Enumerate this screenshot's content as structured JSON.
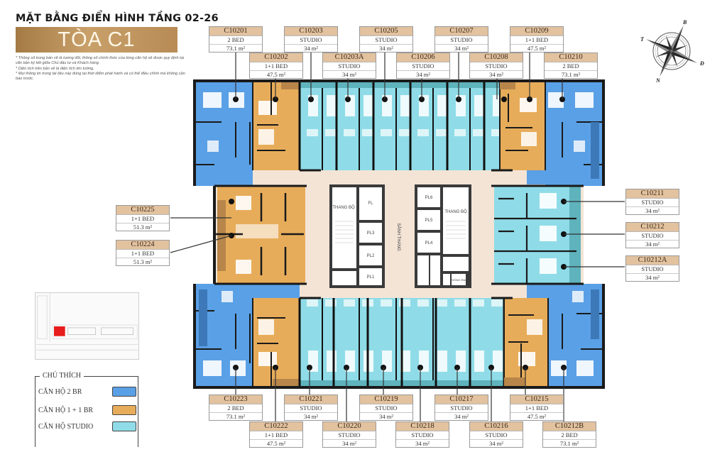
{
  "header": {
    "title": "MẶT BẰNG ĐIỂN HÌNH TẦNG 02-26",
    "building": "TÒA C1",
    "notes": [
      "* Thông số trong bản vẽ là tương đối, thông số chính thức của từng căn hộ sẽ được quy định tại văn bản ký kết giữa Chủ đầu tư và Khách hàng.",
      "* Diện tích trên bản vẽ là diện tích tim tường.",
      "* Mọi thông tin trong tài liệu này đúng tại thời điểm phát hành và có thể điều chỉnh mà không cần báo trước."
    ]
  },
  "compass": {
    "north": "B",
    "south": "N",
    "east": "Đ",
    "west": "T"
  },
  "colors": {
    "two_br": "#5aa0e6",
    "one_plus_one_br": "#e7ac5a",
    "studio": "#8fdce8",
    "corridor": "#f3e4d6",
    "label_header": "#e2c29f",
    "wall": "#1a1a1a"
  },
  "core": {
    "left_stair": "THANG BỘ",
    "right_stair": "THANG BỘ",
    "lobby": "SẢNH THANG",
    "elevators_left": [
      "FL",
      "PL3",
      "PL2",
      "PL1"
    ],
    "elevators_right": [
      "PL6",
      "PL5",
      "PL4"
    ],
    "trash_room": "PHÒNG RÁC"
  },
  "units": [
    {
      "code": "C10201",
      "type": "2 BED",
      "area": "73.1 m²"
    },
    {
      "code": "C10202",
      "type": "1+1 BED",
      "area": "47.5 m²"
    },
    {
      "code": "C10203",
      "type": "STUDIO",
      "area": "34 m²"
    },
    {
      "code": "C10203A",
      "type": "STUDIO",
      "area": "34 m²"
    },
    {
      "code": "C10205",
      "type": "STUDIO",
      "area": "34 m²"
    },
    {
      "code": "C10206",
      "type": "STUDIO",
      "area": "34 m²"
    },
    {
      "code": "C10207",
      "type": "STUDIO",
      "area": "34 m²"
    },
    {
      "code": "C10208",
      "type": "STUDIO",
      "area": "34 m²"
    },
    {
      "code": "C10209",
      "type": "1+1 BED",
      "area": "47.5 m²"
    },
    {
      "code": "C10210",
      "type": "2 BED",
      "area": "73.1 m²"
    },
    {
      "code": "C10211",
      "type": "STUDIO",
      "area": "34 m²"
    },
    {
      "code": "C10212",
      "type": "STUDIO",
      "area": "34 m²"
    },
    {
      "code": "C10212A",
      "type": "STUDIO",
      "area": "34 m²"
    },
    {
      "code": "C10225",
      "type": "1+1 BED",
      "area": "51.3 m²"
    },
    {
      "code": "C10224",
      "type": "1+1 BED",
      "area": "51.3 m²"
    },
    {
      "code": "C10223",
      "type": "2 BED",
      "area": "73.1 m²"
    },
    {
      "code": "C10222",
      "type": "1+1 BED",
      "area": "47.5 m²"
    },
    {
      "code": "C10221",
      "type": "STUDIO",
      "area": "34 m²"
    },
    {
      "code": "C10220",
      "type": "STUDIO",
      "area": "34 m²"
    },
    {
      "code": "C10219",
      "type": "STUDIO",
      "area": "34 m²"
    },
    {
      "code": "C10218",
      "type": "STUDIO",
      "area": "34 m²"
    },
    {
      "code": "C10217",
      "type": "STUDIO",
      "area": "34 m²"
    },
    {
      "code": "C10216",
      "type": "STUDIO",
      "area": "34 m²"
    },
    {
      "code": "C10215",
      "type": "1+1 BED",
      "area": "47.5 m²"
    },
    {
      "code": "C10212B",
      "type": "2 BED",
      "area": "73.1 m²"
    }
  ],
  "legend": {
    "title": "CHÚ THÍCH",
    "items": [
      {
        "label": "CĂN HỘ 2 BR",
        "color": "#5aa0e6"
      },
      {
        "label": "CĂN HỘ 1 + 1 BR",
        "color": "#e7ac5a"
      },
      {
        "label": "CĂN HỘ  STUDIO",
        "color": "#8fdce8"
      }
    ]
  }
}
